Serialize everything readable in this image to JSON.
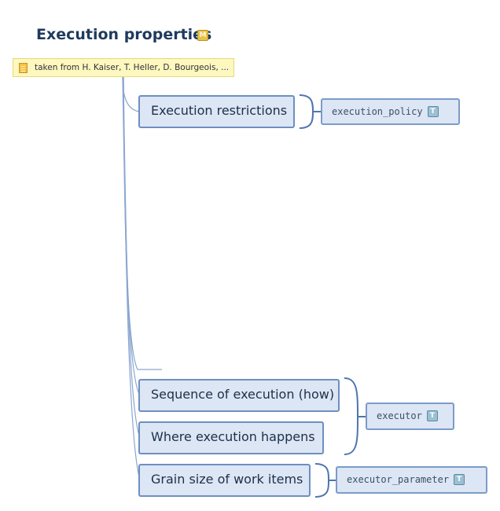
{
  "title": "Execution properties",
  "title_badge": "M",
  "note": {
    "icon": "note-icon",
    "text": "taken from  H. Kaiser, T. Heller, D. Bourgeois, ..."
  },
  "nodes": [
    {
      "label": "Execution restrictions"
    },
    {
      "label": "Sequence of execution (how)"
    },
    {
      "label": "Where execution happens"
    },
    {
      "label": "Grain size of work items"
    }
  ],
  "types": [
    {
      "label": "execution_policy",
      "badge": "T"
    },
    {
      "label": "executor",
      "badge": "T"
    },
    {
      "label": "executor_parameter",
      "badge": "T"
    }
  ],
  "colors": {
    "title": "#1f3a5c",
    "node_fill": "#dce6f4",
    "node_border": "#6e8fc0",
    "connector": "#5b7fb5",
    "note_fill": "#fdf7c0"
  }
}
